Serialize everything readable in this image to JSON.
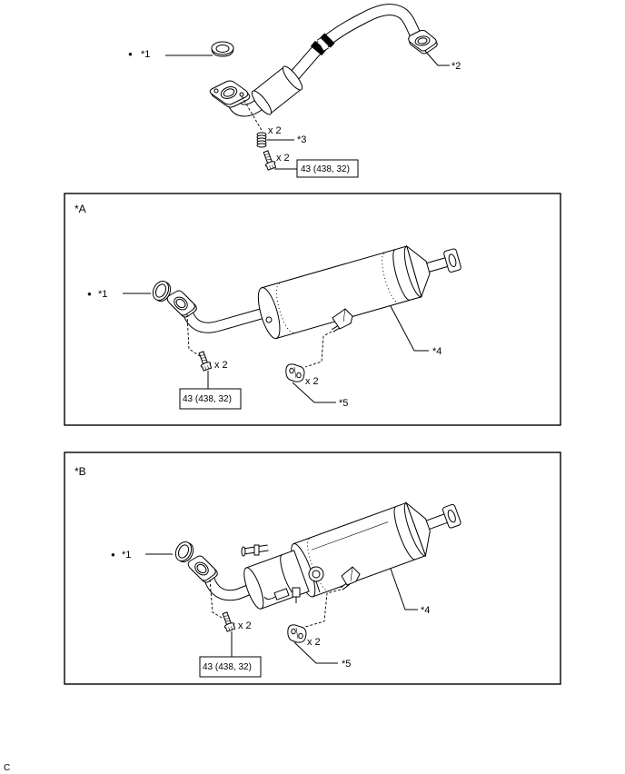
{
  "figure": {
    "code": "C"
  },
  "marker": {
    "bullet": "●"
  },
  "icons": {
    "gasket": "gasket-icon",
    "spring": "compression-spring-icon",
    "bolt": "bolt-icon",
    "hanger": "exhaust-pipe-support-icon",
    "front_pipe": "front-exhaust-pipe-icon",
    "tail_pipe": "tail-exhaust-pipe-icon"
  },
  "top_view": {
    "gasket_label": "*1",
    "front_pipe_label": "*2",
    "spring_label": "*3",
    "spring_qty": "x 2",
    "bolt_qty": "x 2",
    "torque": "43 (438, 32)"
  },
  "view_a": {
    "title": "*A",
    "gasket_label": "*1",
    "tail_pipe_label": "*4",
    "hanger_label": "*5",
    "bolt_qty": "x 2",
    "hanger_qty": "x 2",
    "torque": "43 (438, 32)"
  },
  "view_b": {
    "title": "*B",
    "gasket_label": "*1",
    "tail_pipe_label": "*4",
    "hanger_label": "*5",
    "bolt_qty": "x 2",
    "hanger_qty": "x 2",
    "torque": "43 (438, 32)"
  }
}
